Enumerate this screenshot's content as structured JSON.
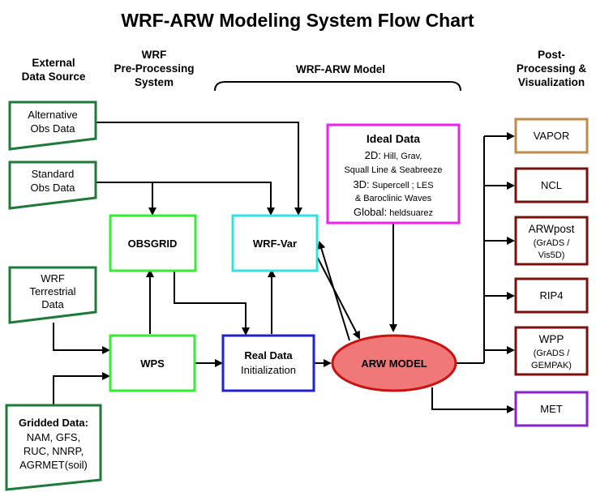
{
  "title": "WRF-ARW Modeling System Flow Chart",
  "headers": {
    "external": [
      "External",
      "Data Source"
    ],
    "preproc": [
      "WRF",
      "Pre-Processing",
      "System"
    ],
    "model": "WRF-ARW Model",
    "post": [
      "Post-",
      "Processing &",
      "Visualization"
    ]
  },
  "sources": {
    "alt_obs": [
      "Alternative",
      "Obs Data"
    ],
    "std_obs": [
      "Standard",
      "Obs Data"
    ],
    "terrestrial": [
      "WRF",
      "Terrestrial",
      "Data"
    ],
    "gridded": {
      "heading": "Gridded Data:",
      "lines": [
        "NAM, GFS,",
        "RUC, NNRP,",
        "AGRMET(soil)"
      ]
    }
  },
  "nodes": {
    "obsgrid": "OBSGRID",
    "wrfvar": "WRF-Var",
    "wps": "WPS",
    "realdata": [
      "Real Data",
      "Initialization"
    ],
    "arw": "ARW MODEL"
  },
  "ideal": {
    "heading": "Ideal Data",
    "line1": {
      "key": "2D:",
      "rest": " Hill, Grav,"
    },
    "line2": "Squall Line & Seabreeze",
    "line3": {
      "key": "3D:",
      "rest": " Supercell ; LES"
    },
    "line4": "& Baroclinic Waves",
    "line5": {
      "key": "Global:",
      "rest": " heldsuarez"
    }
  },
  "outputs": {
    "vapor": "VAPOR",
    "ncl": "NCL",
    "arwpost": [
      "ARWpost",
      "(GrADS /",
      "Vis5D)"
    ],
    "rip4": "RIP4",
    "wpp": [
      "WPP",
      "(GrADS /",
      "GEMPAK)"
    ],
    "met": "MET"
  },
  "colors": {
    "source_green": "#1f7a3a",
    "process_green": "#33ee33",
    "cyan": "#33e0e0",
    "blue": "#2222cc",
    "magenta": "#ee22ee",
    "arw_fill": "#f07878",
    "arw_stroke": "#cc1111",
    "vapor": "#c08a4a",
    "darkred": "#7a1010",
    "purple": "#8822cc"
  }
}
